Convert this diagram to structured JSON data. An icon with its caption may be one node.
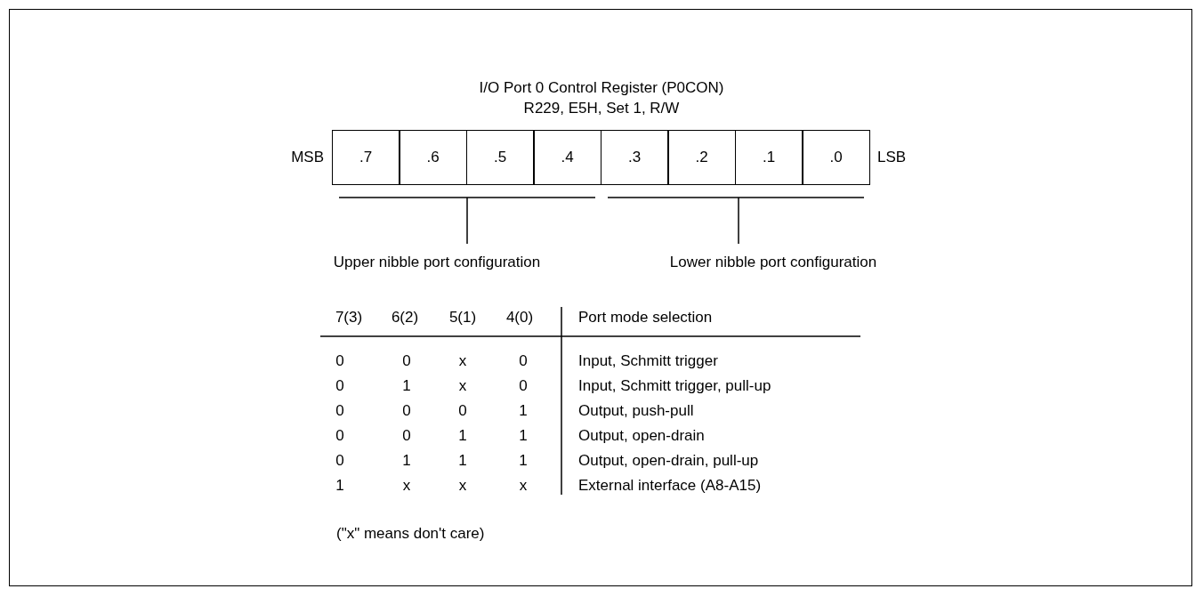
{
  "diagram": {
    "title": "I/O Port 0 Control Register (P0CON)",
    "nodes": [
      {
        "text": [
          ".7"
        ]
      },
      {
        "text": [
          ".6"
        ]
      },
      {
        "text": [
          ".5"
        ]
      },
      {
        "text": [
          ".4"
        ]
      },
      {
        "text": [
          ".3"
        ]
      },
      {
        "text": [
          ".2"
        ]
      },
      {
        "text": [
          ".1"
        ]
      },
      {
        "text": [
          ".0"
        ]
      }
    ],
    "labels": [
      "R229, E5H, Set 1, R/W",
      "MSB",
      "LSB",
      "Upper nibble port configuration",
      "Lower nibble port configuration",
      "7(3)",
      "6(2)",
      "5(1)",
      "4(0)",
      "Port mode selection",
      "0",
      "0",
      "x",
      "0",
      "Input, Schmitt trigger",
      "0",
      "1",
      "x",
      "0",
      "Input, Schmitt trigger, pull-up",
      "0",
      "0",
      "0",
      "1",
      "Output, push-pull",
      "0",
      "0",
      "1",
      "1",
      "Output, open-drain",
      "0",
      "1",
      "1",
      "1",
      "Output, open-drain, pull-up",
      "1",
      "x",
      "x",
      "x",
      "External interface (A8-A15)",
      "(\"x\" means don't care)"
    ]
  }
}
